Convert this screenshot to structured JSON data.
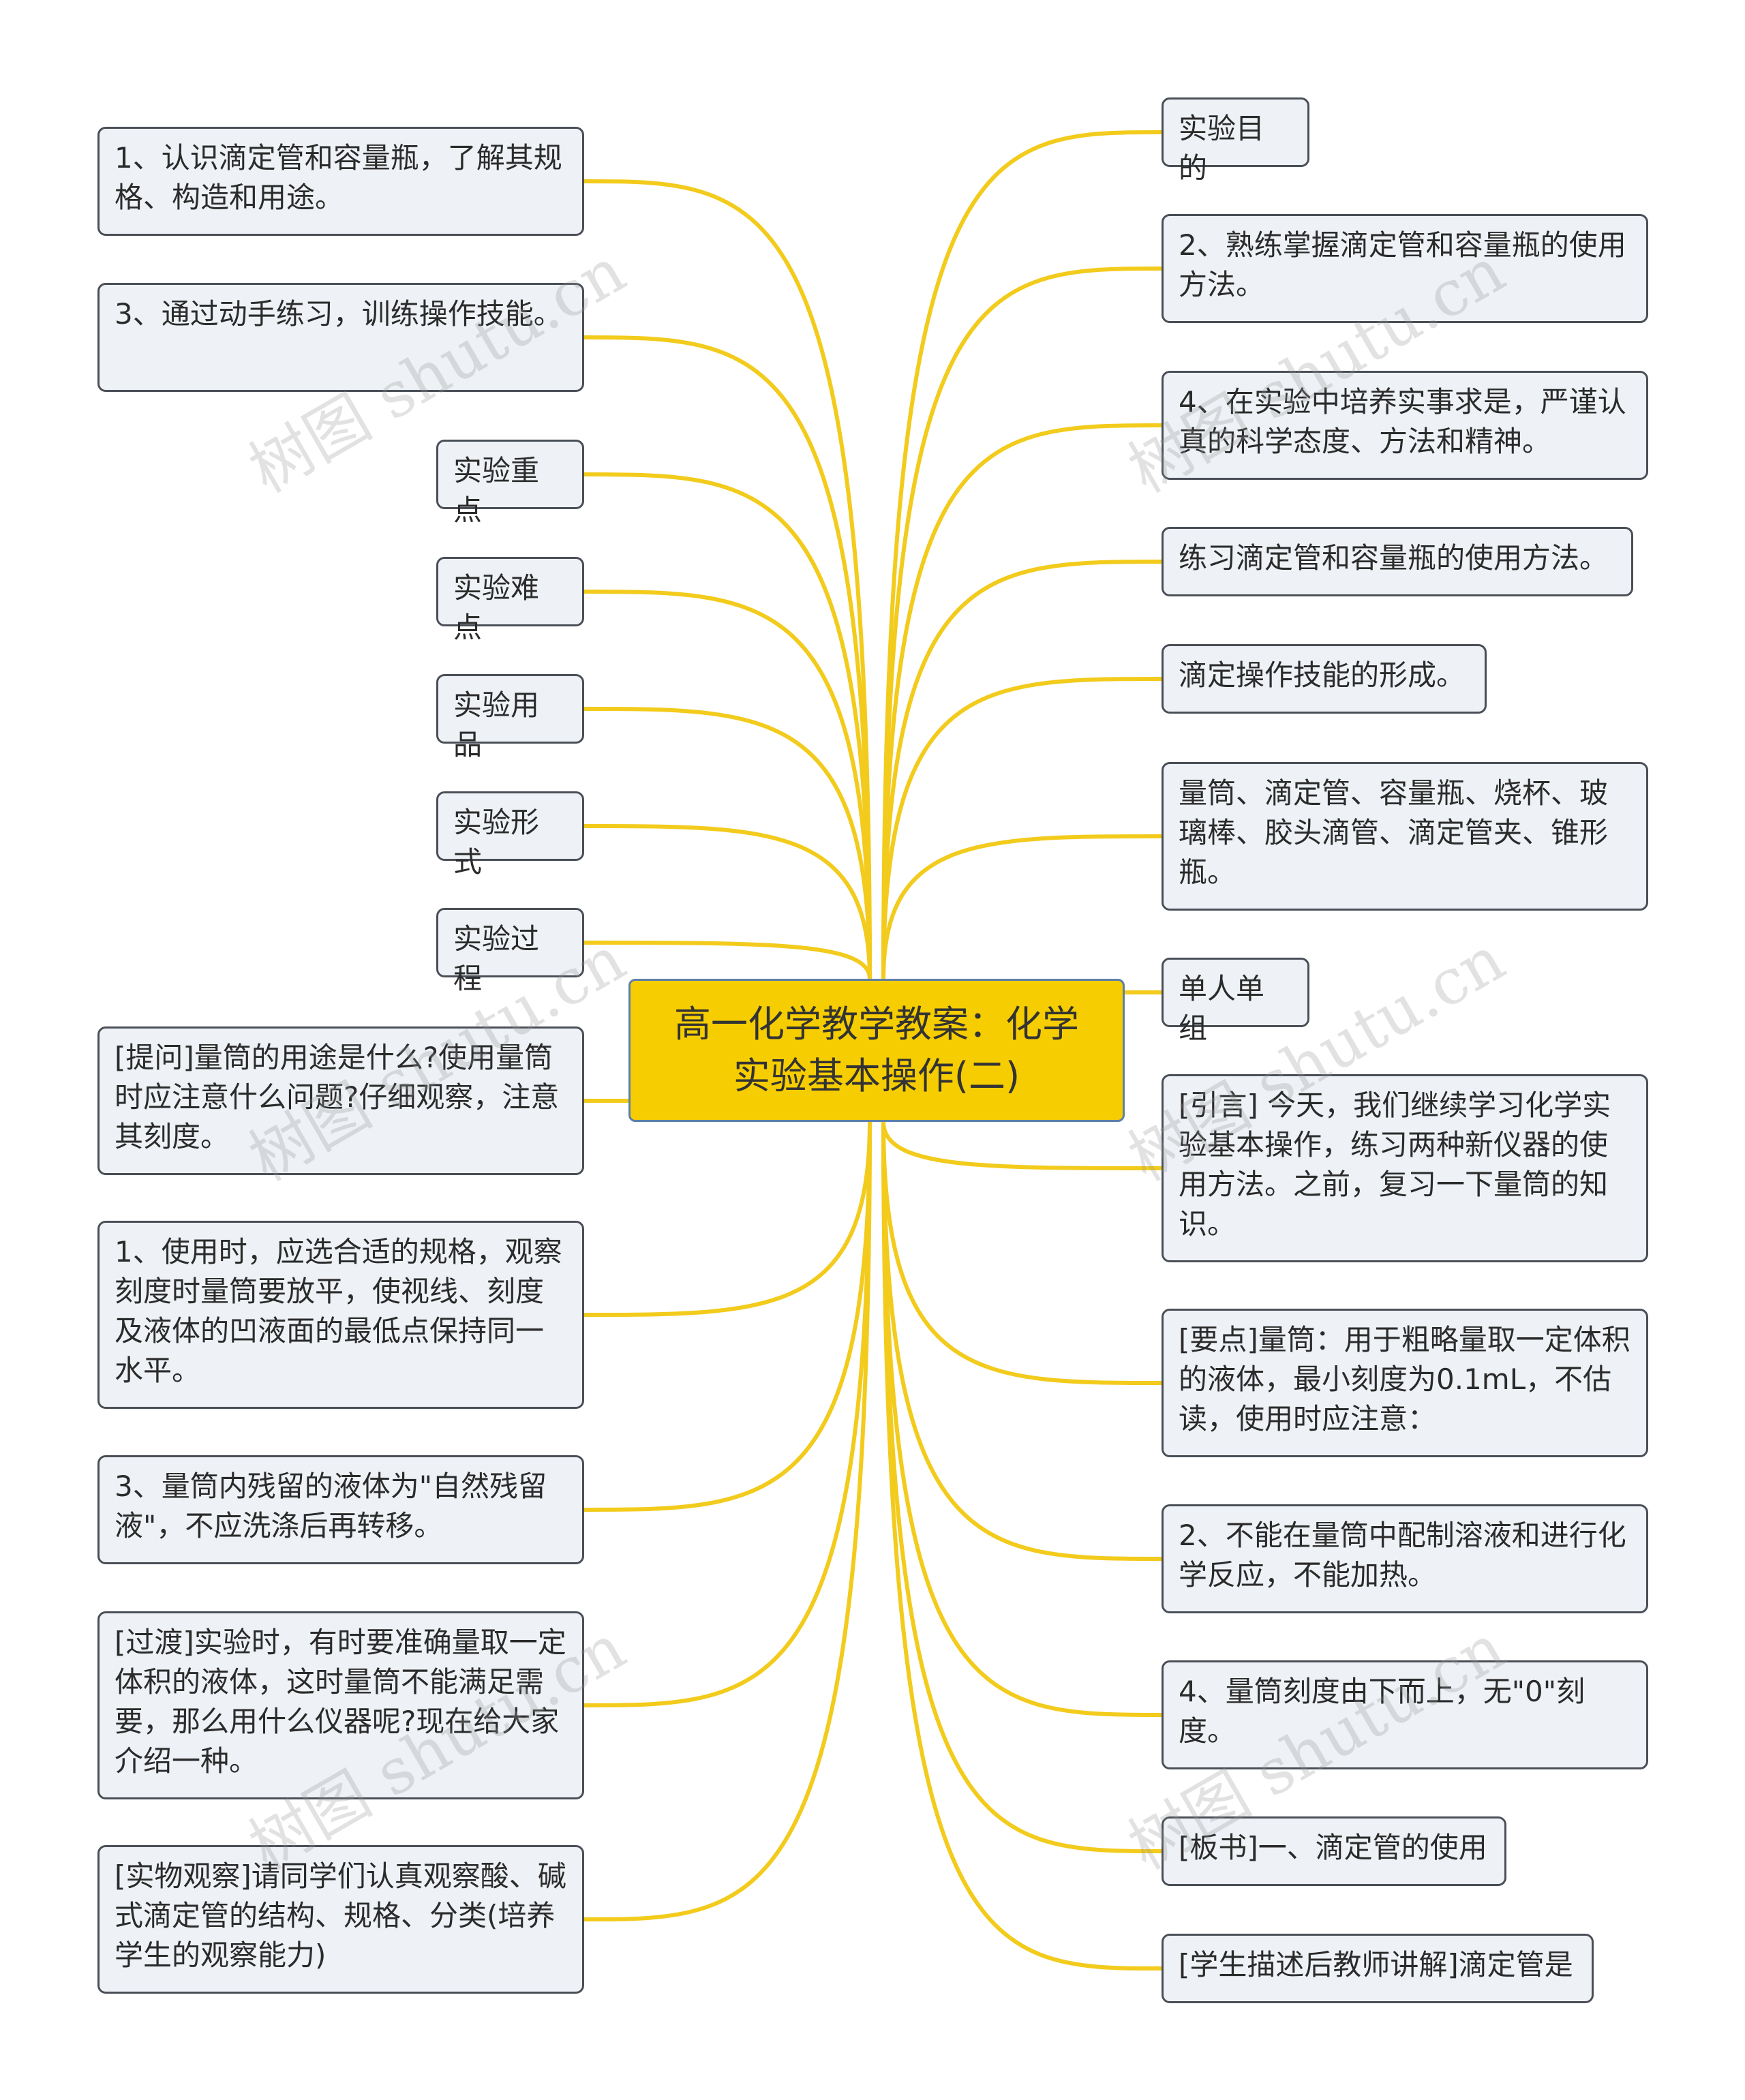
{
  "colors": {
    "connector": "#f2cb1c",
    "root_fill": "#f6cd00",
    "node_fill": "#eef1f5"
  },
  "root": {
    "title": "高一化学教学教案：化学实验基本操作(二)"
  },
  "left_nodes": [
    {
      "text": "1、认识滴定管和容量瓶，了解其规格、构造和用途。"
    },
    {
      "text": "3、通过动手练习，训练操作技能。"
    },
    {
      "text": "实验重点"
    },
    {
      "text": "实验难点"
    },
    {
      "text": "实验用品"
    },
    {
      "text": "实验形式"
    },
    {
      "text": "实验过程"
    },
    {
      "text": "[提问]量筒的用途是什么?使用量筒时应注意什么问题?仔细观察，注意其刻度。"
    },
    {
      "text": "1、使用时，应选合适的规格，观察刻度时量筒要放平，使视线、刻度及液体的凹液面的最低点保持同一水平。"
    },
    {
      "text": "3、量筒内残留的液体为\"自然残留液\"，不应洗涤后再转移。"
    },
    {
      "text": "[过渡]实验时，有时要准确量取一定体积的液体，这时量筒不能满足需要，那么用什么仪器呢?现在给大家介绍一种。"
    },
    {
      "text": "[实物观察]请同学们认真观察酸、碱式滴定管的结构、规格、分类(培养学生的观察能力)"
    }
  ],
  "right_nodes": [
    {
      "text": "实验目的"
    },
    {
      "text": "2、熟练掌握滴定管和容量瓶的使用方法。"
    },
    {
      "text": "4、在实验中培养实事求是，严谨认真的科学态度、方法和精神。"
    },
    {
      "text": "练习滴定管和容量瓶的使用方法。"
    },
    {
      "text": "滴定操作技能的形成。"
    },
    {
      "text": "量筒、滴定管、容量瓶、烧杯、玻璃棒、胶头滴管、滴定管夹、锥形瓶。"
    },
    {
      "text": "单人单组"
    },
    {
      "text": "[引言] 今天，我们继续学习化学实验基本操作，练习两种新仪器的使用方法。之前，复习一下量筒的知识。"
    },
    {
      "text": "[要点]量筒：用于粗略量取一定体积的液体，最小刻度为0.1mL，不估读，使用时应注意："
    },
    {
      "text": "2、不能在量筒中配制溶液和进行化学反应，不能加热。"
    },
    {
      "text": "4、量筒刻度由下而上，无\"0\"刻度。"
    },
    {
      "text": "[板书]一、滴定管的使用"
    },
    {
      "text": "[学生描述后教师讲解]滴定管是"
    }
  ],
  "watermark": {
    "text": "树图 shutu.cn"
  }
}
